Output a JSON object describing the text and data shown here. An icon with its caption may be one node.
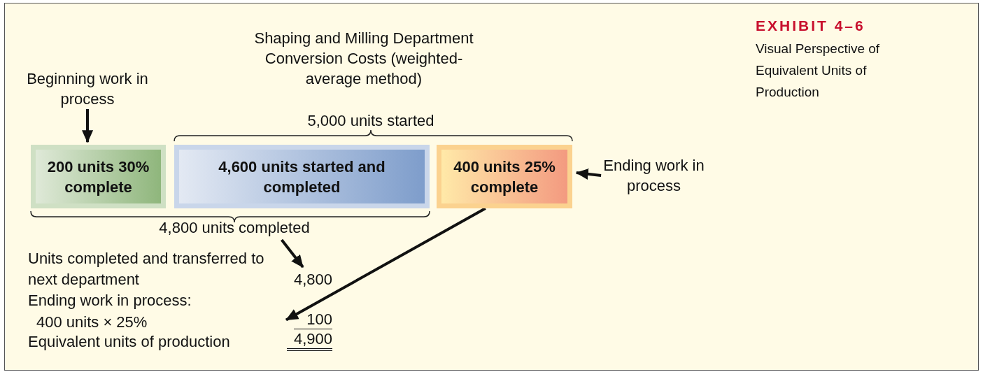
{
  "diagram": {
    "title": "Shaping and Milling Department Conversion Costs (weighted-average method)",
    "nodes": [
      {
        "text": [
          "Beginning work in process"
        ]
      },
      {
        "text": [
          "200 units 30% complete"
        ]
      },
      {
        "text": [
          "4,600 units started and completed"
        ]
      },
      {
        "text": [
          "400 units 25% complete"
        ]
      },
      {
        "text": [
          "Ending work in process"
        ]
      },
      {
        "text": [
          "4,800 units completed"
        ]
      },
      {
        "text": [
          "4,800"
        ]
      },
      {
        "text": [
          "100"
        ]
      }
    ],
    "edges": [
      {
        "from": 0,
        "to": 1,
        "arrow": "to"
      },
      {
        "from": 4,
        "to": 3,
        "arrow": "to"
      },
      {
        "from": 5,
        "to": 6,
        "arrow": "to"
      },
      {
        "from": 3,
        "to": 7,
        "arrow": "to"
      }
    ],
    "labels": [
      "EXHIBIT 4–6",
      "Visual Perspective of Equivalent Units of Production",
      "5,000 units started",
      "Units completed and transferred to next department",
      "Ending work in process:",
      "400 units × 25%",
      "Equivalent units of production",
      "4,900"
    ]
  }
}
